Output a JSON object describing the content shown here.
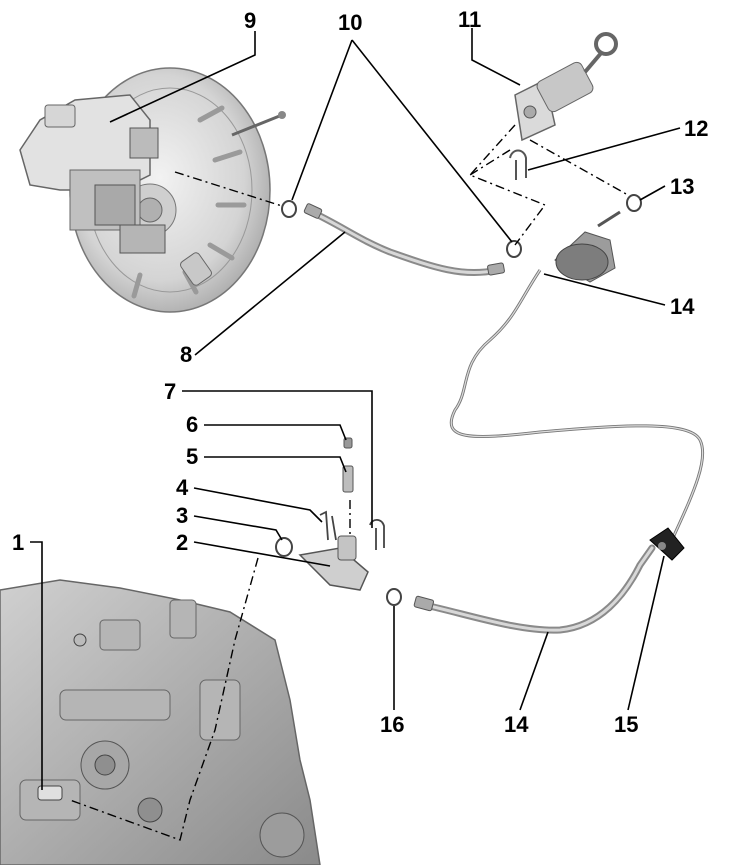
{
  "callouts": {
    "c1": "1",
    "c2": "2",
    "c3": "3",
    "c4": "4",
    "c5": "5",
    "c6": "6",
    "c7": "7",
    "c8": "8",
    "c9": "9",
    "c10": "10",
    "c11": "11",
    "c12": "12",
    "c13": "13",
    "c14a": "14",
    "c14b": "14",
    "c15": "15",
    "c16": "16"
  },
  "colors": {
    "part_light": "#e6e6e6",
    "part_mid": "#c8c8c8",
    "part_dark": "#8c8c8c",
    "line": "#000000"
  }
}
